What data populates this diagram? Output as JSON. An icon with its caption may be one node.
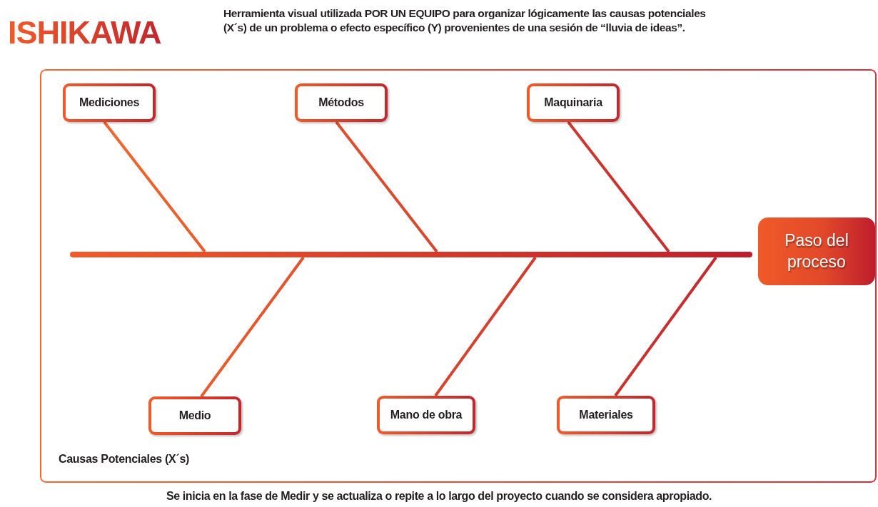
{
  "diagram": {
    "title": "ISHIKAWA",
    "caption": "Se inicia en la fase de Medir y se actualiza o repite a lo largo del proyecto cuando se considera apropiado.",
    "nodes": [
      {
        "text": [
          "Causas Potenciales (X´s)"
        ]
      },
      {
        "text": [
          "Mediciones"
        ],
        "in": 0
      },
      {
        "text": [
          "Métodos"
        ],
        "in": 0
      },
      {
        "text": [
          "Maquinaria"
        ],
        "in": 0
      },
      {
        "text": [],
        "shape": "bar",
        "in": 0
      },
      {
        "text": [
          "Medio"
        ],
        "in": 0
      },
      {
        "text": [
          "Mano de obra"
        ],
        "in": 0
      },
      {
        "text": [
          "Materiales"
        ],
        "in": 0
      },
      {
        "text": [
          "Paso del proceso"
        ],
        "in": 0
      }
    ],
    "edges": [
      {
        "from": 1,
        "to": 4,
        "arrow": "none"
      },
      {
        "from": 2,
        "to": 4,
        "arrow": "none"
      },
      {
        "from": 3,
        "to": 4,
        "arrow": "none"
      },
      {
        "from": 5,
        "to": 4,
        "arrow": "none"
      },
      {
        "from": 6,
        "to": 4,
        "arrow": "none"
      },
      {
        "from": 7,
        "to": 4,
        "arrow": "none"
      }
    ],
    "labels": [
      "Herramienta visual utilizada POR UN EQUIPO para organizar lógicamente las causas potenciales (X´s) de un problema o efecto específico (Y) provenientes de una sesión de “lluvia de ideas”."
    ]
  }
}
